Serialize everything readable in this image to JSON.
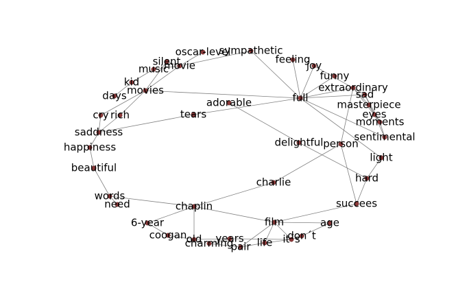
{
  "graph": {
    "nodes": [
      {
        "id": "oscar-level",
        "label": "oscar-level"
      },
      {
        "id": "sympathetic",
        "label": "sympathetic"
      },
      {
        "id": "feeling",
        "label": "feeling"
      },
      {
        "id": "joy",
        "label": "joy"
      },
      {
        "id": "silent",
        "label": "silent"
      },
      {
        "id": "movie",
        "label": "movie"
      },
      {
        "id": "music",
        "label": "music"
      },
      {
        "id": "funny",
        "label": "funny"
      },
      {
        "id": "kid",
        "label": "kid"
      },
      {
        "id": "extraordinary",
        "label": "extraordinary"
      },
      {
        "id": "movies",
        "label": "movies"
      },
      {
        "id": "days",
        "label": "days"
      },
      {
        "id": "sad",
        "label": "sad"
      },
      {
        "id": "full",
        "label": "full"
      },
      {
        "id": "adorable",
        "label": "adorable"
      },
      {
        "id": "masterpiece",
        "label": "masterpiece"
      },
      {
        "id": "cry",
        "label": "cry"
      },
      {
        "id": "rich",
        "label": "rich"
      },
      {
        "id": "tears",
        "label": "tears"
      },
      {
        "id": "eyes",
        "label": "eyes"
      },
      {
        "id": "moments",
        "label": "moments"
      },
      {
        "id": "saddness",
        "label": "saddness"
      },
      {
        "id": "sentimental",
        "label": "sentimental"
      },
      {
        "id": "delightful",
        "label": "delightful"
      },
      {
        "id": "person",
        "label": "person"
      },
      {
        "id": "happiness",
        "label": "happiness"
      },
      {
        "id": "light",
        "label": "light"
      },
      {
        "id": "beautiful",
        "label": "beautiful"
      },
      {
        "id": "hard",
        "label": "hard"
      },
      {
        "id": "charlie",
        "label": "charlie"
      },
      {
        "id": "words",
        "label": "words"
      },
      {
        "id": "need",
        "label": "need"
      },
      {
        "id": "succees",
        "label": "succees"
      },
      {
        "id": "chaplin",
        "label": "chaplin"
      },
      {
        "id": "6-year",
        "label": "6-year"
      },
      {
        "id": "film",
        "label": "film"
      },
      {
        "id": "age",
        "label": "age"
      },
      {
        "id": "coogan",
        "label": "coogan"
      },
      {
        "id": "don't",
        "label": "don´t"
      },
      {
        "id": "old",
        "label": "old"
      },
      {
        "id": "years",
        "label": "years"
      },
      {
        "id": "it's",
        "label": "it´s"
      },
      {
        "id": "charming",
        "label": "charming"
      },
      {
        "id": "life",
        "label": "life"
      },
      {
        "id": "pair",
        "label": "pair"
      }
    ],
    "edges": [
      [
        "oscar-level",
        "movie"
      ],
      [
        "movie",
        "sympathetic"
      ],
      [
        "sympathetic",
        "full"
      ],
      [
        "silent",
        "movie"
      ],
      [
        "silent",
        "movies"
      ],
      [
        "music",
        "movie"
      ],
      [
        "music",
        "kid"
      ],
      [
        "kid",
        "days"
      ],
      [
        "movie",
        "movies"
      ],
      [
        "movies",
        "cry"
      ],
      [
        "movies",
        "rich"
      ],
      [
        "movies",
        "full"
      ],
      [
        "feeling",
        "full"
      ],
      [
        "joy",
        "full"
      ],
      [
        "funny",
        "full"
      ],
      [
        "extraordinary",
        "full"
      ],
      [
        "sad",
        "full"
      ],
      [
        "joy",
        "sad"
      ],
      [
        "extraordinary",
        "masterpiece"
      ],
      [
        "masterpiece",
        "eyes"
      ],
      [
        "sad",
        "moments"
      ],
      [
        "eyes",
        "sentimental"
      ],
      [
        "moments",
        "sentimental"
      ],
      [
        "sad",
        "eyes"
      ],
      [
        "extraordinary",
        "moments"
      ],
      [
        "full",
        "tears"
      ],
      [
        "tears",
        "saddness"
      ],
      [
        "adorable",
        "delightful"
      ],
      [
        "delightful",
        "hard"
      ],
      [
        "full",
        "light"
      ],
      [
        "full",
        "sentimental"
      ],
      [
        "extraordinary",
        "person"
      ],
      [
        "person",
        "charlie"
      ],
      [
        "charlie",
        "chaplin"
      ],
      [
        "person",
        "succees"
      ],
      [
        "hard",
        "light"
      ],
      [
        "hard",
        "succees"
      ],
      [
        "cry",
        "saddness"
      ],
      [
        "rich",
        "saddness"
      ],
      [
        "saddness",
        "happiness"
      ],
      [
        "happiness",
        "beautiful"
      ],
      [
        "beautiful",
        "words"
      ],
      [
        "words",
        "need"
      ],
      [
        "words",
        "chaplin"
      ],
      [
        "chaplin",
        "6-year"
      ],
      [
        "chaplin",
        "old"
      ],
      [
        "chaplin",
        "film"
      ],
      [
        "6-year",
        "coogan"
      ],
      [
        "coogan",
        "old"
      ],
      [
        "old",
        "years"
      ],
      [
        "film",
        "age"
      ],
      [
        "film",
        "life"
      ],
      [
        "film",
        "it's"
      ],
      [
        "film",
        "succees"
      ],
      [
        "film",
        "pair"
      ],
      [
        "years",
        "it's"
      ],
      [
        "years",
        "charming"
      ],
      [
        "it's",
        "don't"
      ],
      [
        "don't",
        "age"
      ],
      [
        "charming",
        "pair"
      ],
      [
        "pair",
        "life"
      ],
      [
        "life",
        "it's"
      ]
    ]
  }
}
